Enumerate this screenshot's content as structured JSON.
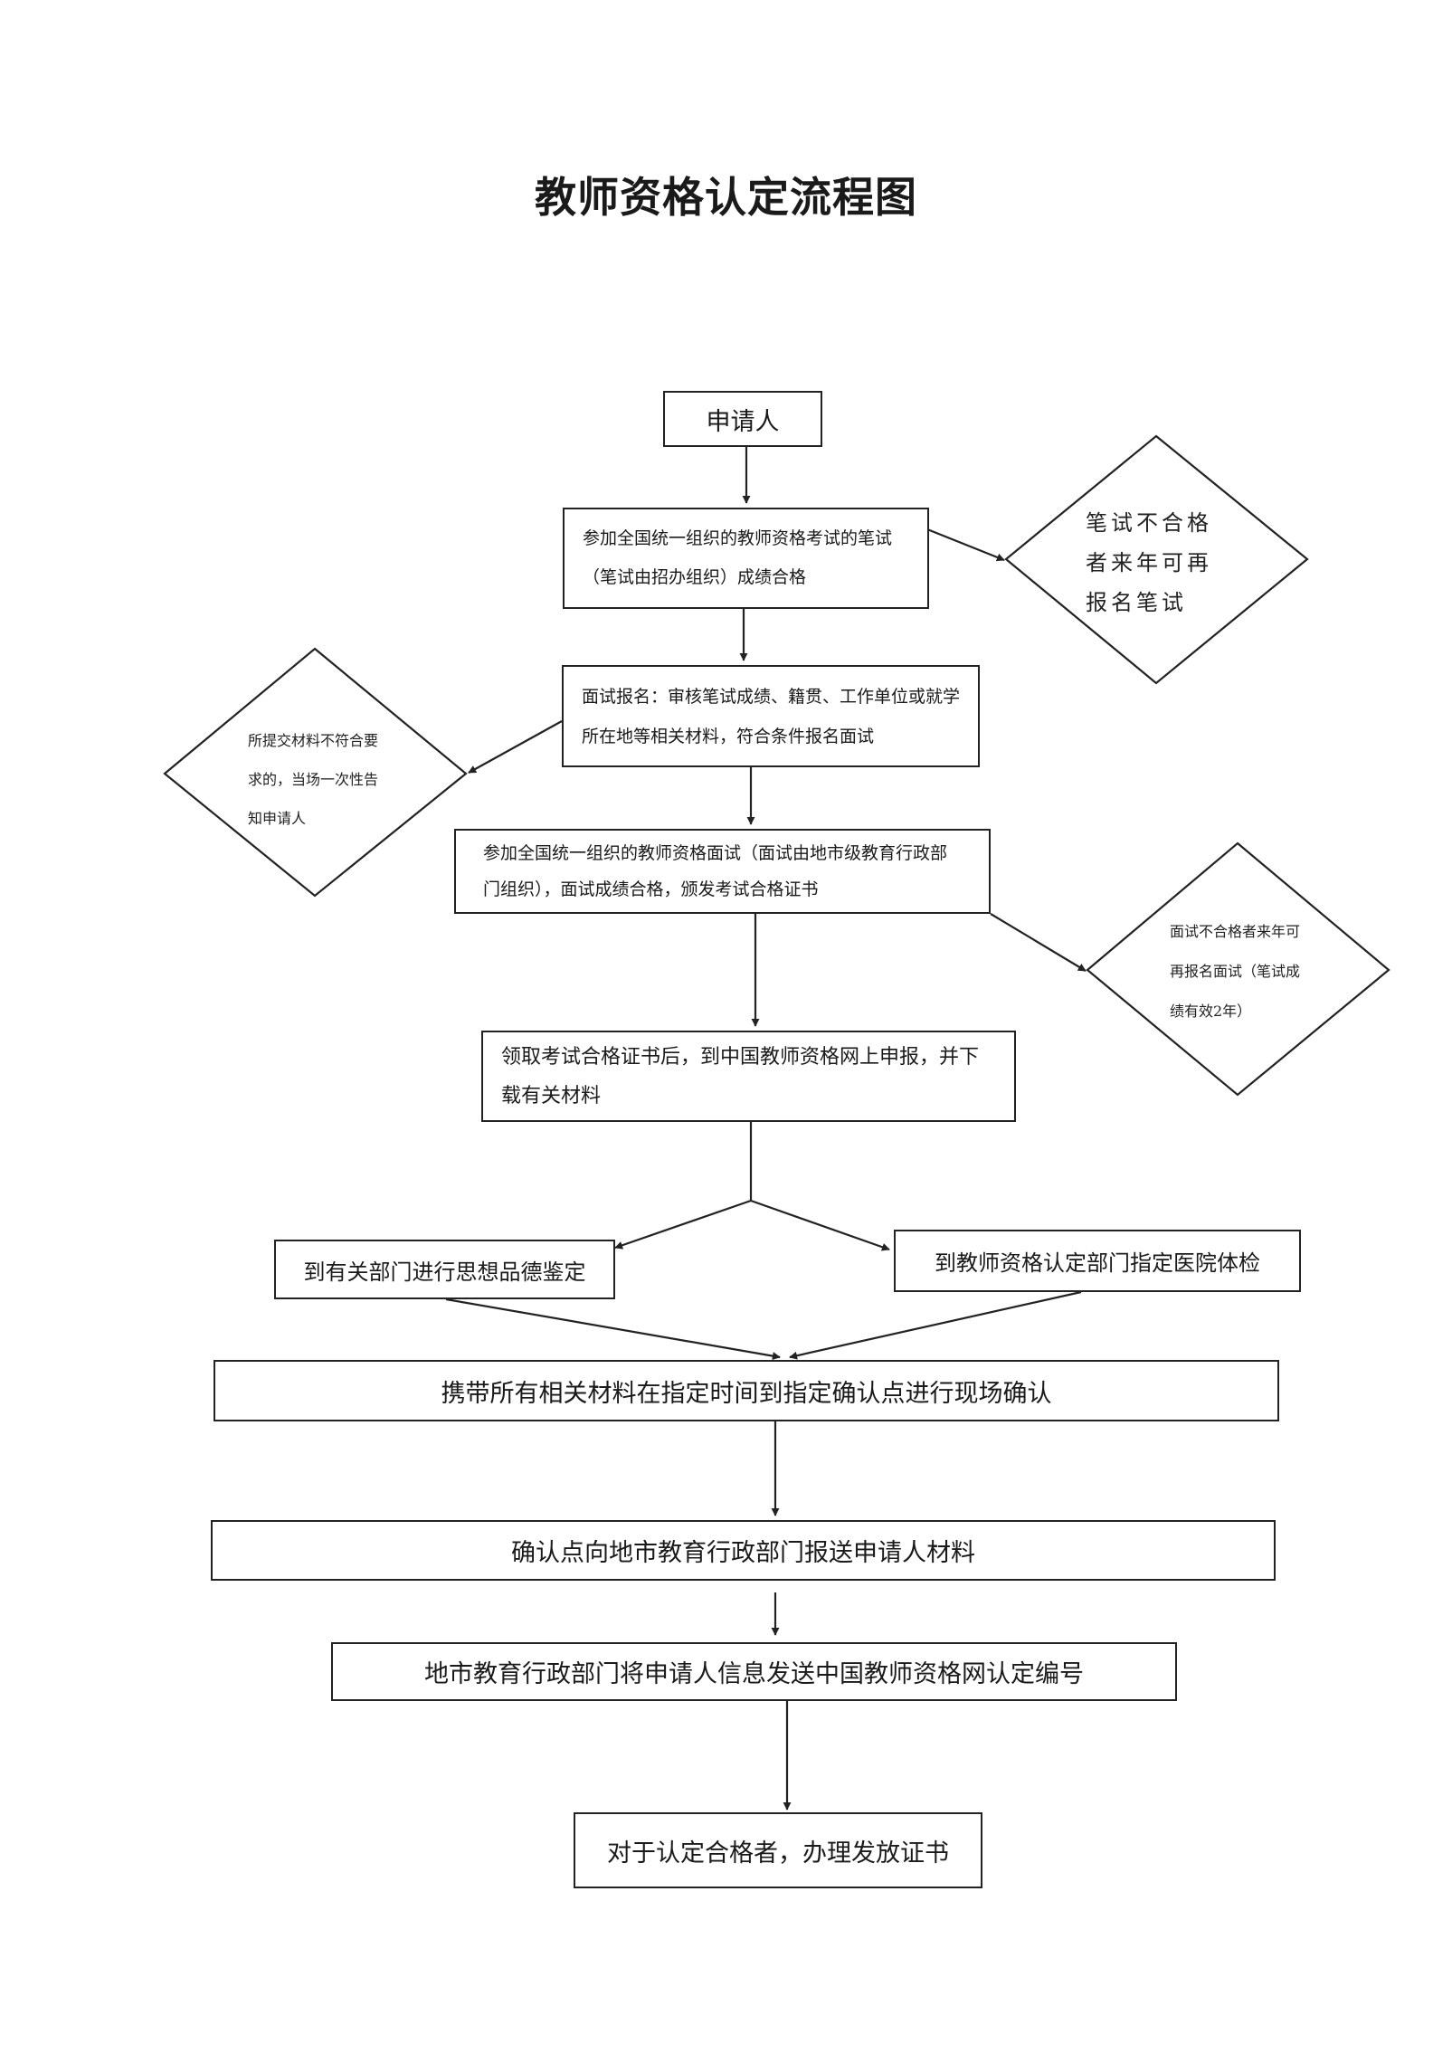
{
  "title": "教师资格认定流程图",
  "steps": {
    "applicant": "申请人",
    "written_exam": "参加全国统一组织的教师资格考试的笔试（笔试由招办组织）成绩合格",
    "interview_registration": "面试报名：审核笔试成绩、籍贯、工作单位或就学所在地等相关材料，符合条件报名面试",
    "interview": "参加全国统一组织的教师资格面试（面试由地市级教育行政部门组织），面试成绩合格，颁发考试合格证书",
    "online_declaration": "领取考试合格证书后，到中国教师资格网上申报，并下载有关材料",
    "moral_appraisal": "到有关部门进行思想品德鉴定",
    "medical_exam": "到教师资格认定部门指定医院体检",
    "onsite_confirmation": "携带所有相关材料在指定时间到指定确认点进行现场确认",
    "submit_materials": "确认点向地市教育行政部门报送申请人材料",
    "assign_number": "地市教育行政部门将申请人信息发送中国教师资格网认定编号",
    "issue_certificate": "对于认定合格者，办理发放证书"
  },
  "decisions": {
    "written_fail": "笔试不合格者来年可再报名笔试",
    "materials_fail": "所提交材料不符合要求的，当场一次性告知申请人",
    "interview_fail": "面试不合格者来年可再报名面试（笔试成绩有效2年）"
  }
}
